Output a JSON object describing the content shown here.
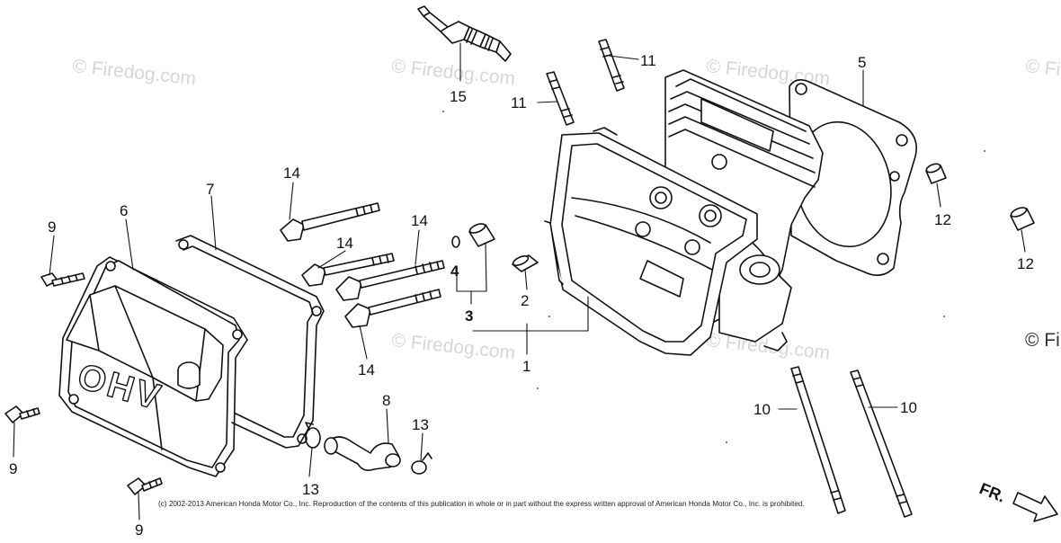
{
  "watermark": "© Firedog.com",
  "copyright": "(c) 2002-2013 American Honda Motor Co., Inc. Reproduction of the contents of this publication in whole or in part without the express written approval of American Honda Motor Co., Inc. is prohibited.",
  "front_indicator": "FR.",
  "cover_emboss": "OHV",
  "callouts": {
    "c1": "1",
    "c2": "2",
    "c3": "3",
    "c4": "4",
    "c5": "5",
    "c6": "6",
    "c7": "7",
    "c8": "8",
    "c9a": "9",
    "c9b": "9",
    "c9c": "9",
    "c10a": "10",
    "c10b": "10",
    "c11a": "11",
    "c11b": "11",
    "c12a": "12",
    "c12b": "12",
    "c13a": "13",
    "c13b": "13",
    "c14a": "14",
    "c14b": "14",
    "c14c": "14",
    "c14d": "14",
    "c15": "15"
  }
}
